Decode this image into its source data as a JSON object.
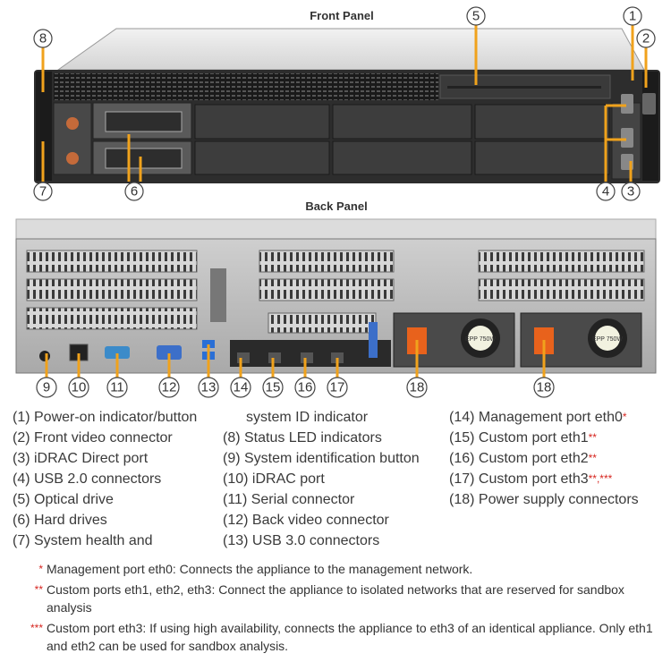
{
  "titles": {
    "front": "Front Panel",
    "back": "Back Panel"
  },
  "callouts": {
    "front": [
      "1",
      "2",
      "3",
      "4",
      "5",
      "6",
      "7",
      "8"
    ],
    "back": [
      "9",
      "10",
      "11",
      "12",
      "13",
      "14",
      "15",
      "16",
      "17",
      "18",
      "18"
    ]
  },
  "legend": {
    "col1": [
      "(1) Power-on indicator/button",
      "(2) Front video connector",
      "(3) iDRAC Direct port",
      "(4) USB 2.0 connectors",
      "(5) Optical drive",
      "(6) Hard drives",
      "(7) System health and"
    ],
    "col2": [
      "system ID indicator",
      "(8) Status LED indicators",
      "(9) System identification button",
      "(10) iDRAC port",
      "(11) Serial connector",
      "(12) Back video connector",
      "(13) USB 3.0 connectors"
    ],
    "col3": [
      {
        "text": "(14) Management port eth0",
        "mark": "*"
      },
      {
        "text": "(15) Custom port eth1",
        "mark": "**"
      },
      {
        "text": "(16) Custom port eth2",
        "mark": "**"
      },
      {
        "text": "(17) Custom port eth3",
        "mark": "**,***"
      },
      {
        "text": "(18) Power supply connectors",
        "mark": ""
      }
    ]
  },
  "notes": [
    {
      "mark": "*",
      "text": "Management port eth0: Connects the appliance to the management network."
    },
    {
      "mark": "**",
      "text": "Custom ports eth1, eth2, eth3: Connect the appliance to isolated networks that are reserved for sandbox analysis"
    },
    {
      "mark": "***",
      "text": "Custom port eth3: If using high availability, connects the appliance to eth3 of an identical appliance. Only eth1 and eth2 can be used for sandbox analysis."
    }
  ],
  "psu_label": "EPP 750W",
  "colors": {
    "accent": "#f0a21c",
    "warn": "#d6251f",
    "chassis": "#2b2b2b",
    "panel_top": "#e6e6e6"
  }
}
